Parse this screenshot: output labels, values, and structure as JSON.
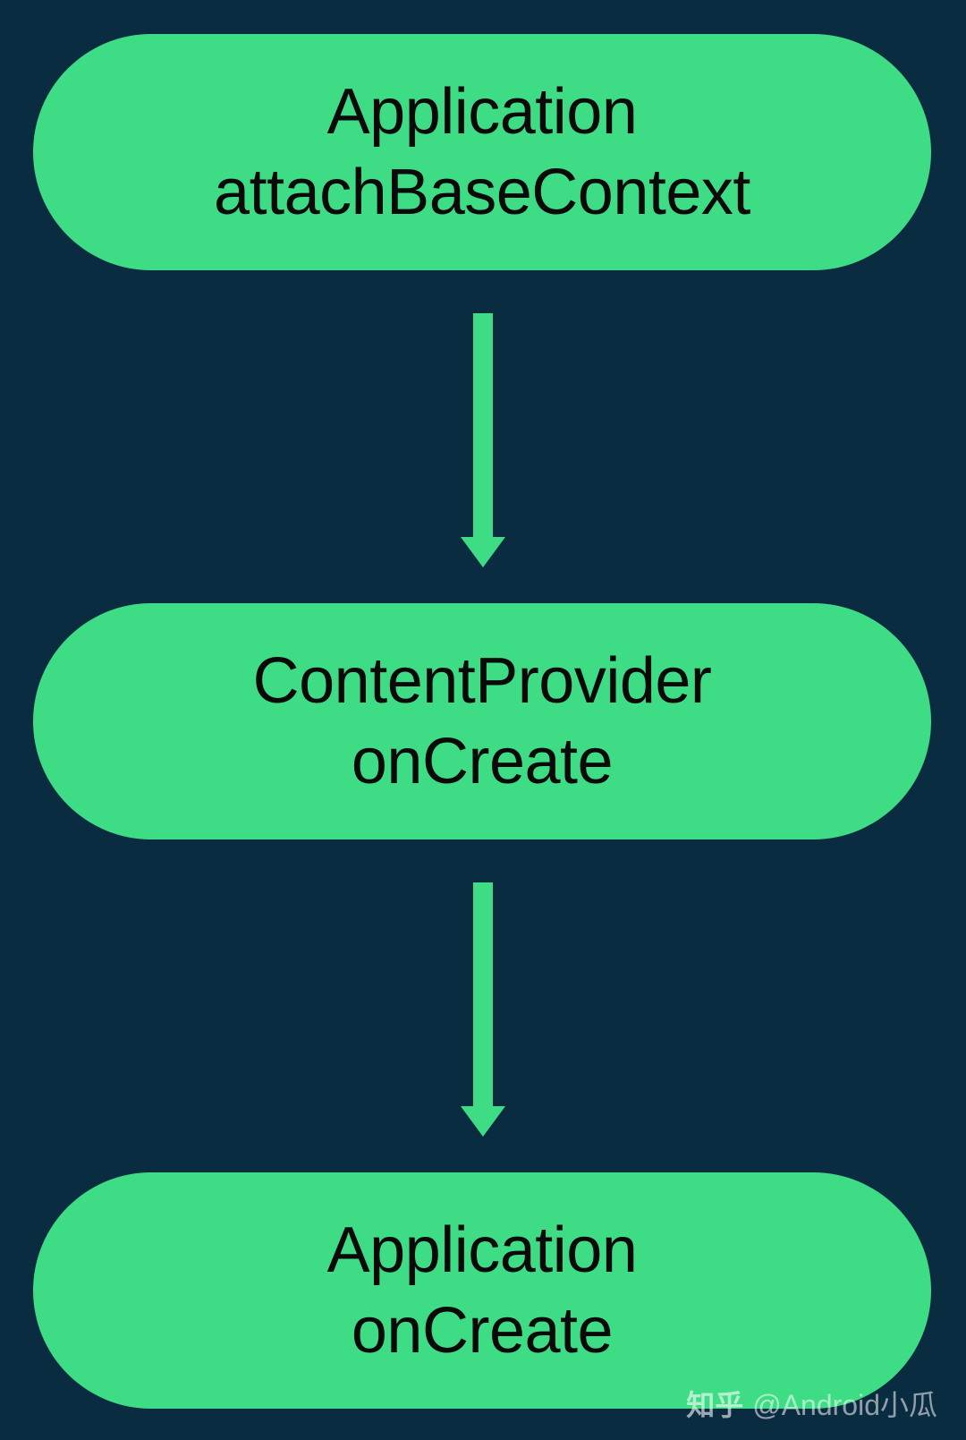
{
  "diagram": {
    "nodes": [
      {
        "line1": "Application",
        "line2": "attachBaseContext"
      },
      {
        "line1": "ContentProvider",
        "line2": "onCreate"
      },
      {
        "line1": "Application",
        "line2": "onCreate"
      }
    ],
    "colors": {
      "background": "#092c41",
      "node_fill": "#3edc85",
      "arrow": "#3edc85",
      "text": "#0a0a0a"
    }
  },
  "watermark": {
    "brand": "知乎",
    "handle": "@Android小瓜"
  }
}
